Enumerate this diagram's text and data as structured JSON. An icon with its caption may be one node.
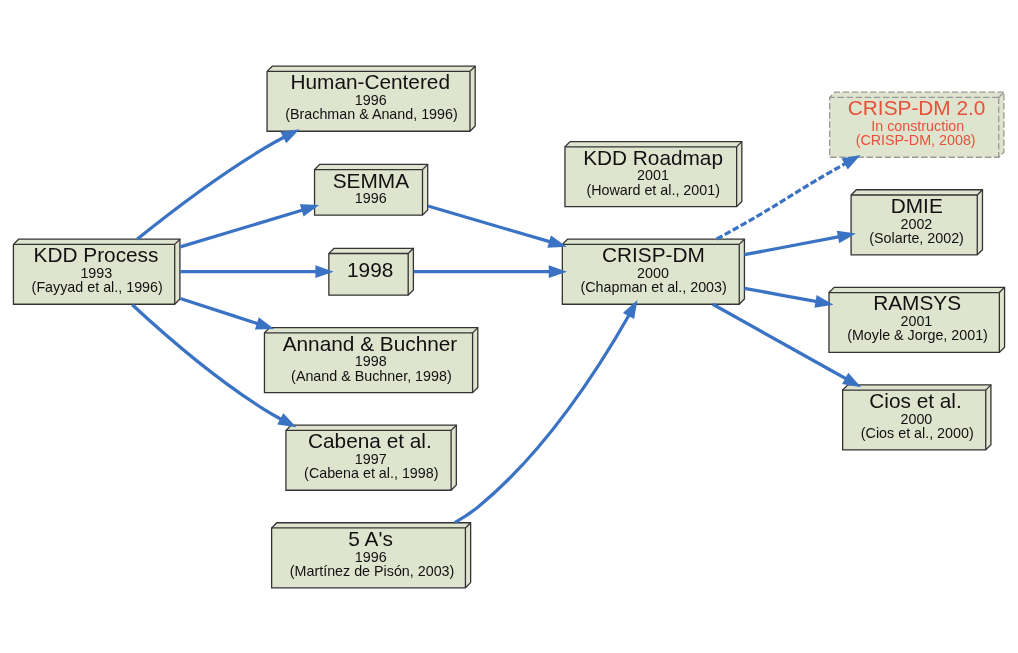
{
  "diagram": {
    "nodes": [
      {
        "text": [
          "KDD Process",
          "1993",
          "(Fayyad et al., 1996)"
        ]
      },
      {
        "text": [
          "5 A's",
          "1996",
          "(Martínez de Pisón, 2003)"
        ]
      },
      {
        "text": [
          "Human-Centered",
          "1996",
          "(Brachman & Anand, 1996)"
        ]
      },
      {
        "text": [
          "SEMMA",
          "1996"
        ]
      },
      {
        "text": [
          "1998"
        ]
      },
      {
        "text": [
          "Annand & Buchner",
          "1998",
          "(Anand & Buchner, 1998)"
        ]
      },
      {
        "text": [
          "Cabena et al.",
          "1997",
          "(Cabena et al., 1998)"
        ]
      },
      {
        "text": [
          "KDD Roadmap",
          "2001",
          "(Howard et al., 2001)"
        ]
      },
      {
        "text": [
          "CRISP-DM",
          "2000",
          "(Chapman et al., 2003)"
        ]
      },
      {
        "text": [
          "CRISP-DM 2.0",
          "In construction",
          "(CRISP-DM, 2008)"
        ]
      },
      {
        "text": [
          "DMIE",
          "2002",
          "(Solarte, 2002)"
        ]
      },
      {
        "text": [
          "RAMSYS",
          "2001",
          "(Moyle & Jorge, 2001)"
        ]
      },
      {
        "text": [
          "Cios et al.",
          "2000",
          "(Cios et al., 2000)"
        ]
      }
    ],
    "edges": [
      {
        "from": 0,
        "to": 2,
        "arrow": "to"
      },
      {
        "from": 0,
        "to": 3,
        "arrow": "to"
      },
      {
        "from": 0,
        "to": 4,
        "arrow": "to"
      },
      {
        "from": 0,
        "to": 5,
        "arrow": "to"
      },
      {
        "from": 0,
        "to": 6,
        "arrow": "to"
      },
      {
        "from": 1,
        "to": 8,
        "arrow": "to"
      },
      {
        "from": 3,
        "to": 8,
        "arrow": "to"
      },
      {
        "from": 4,
        "to": 8,
        "arrow": "to"
      },
      {
        "from": 8,
        "to": 9,
        "arrow": "to",
        "style": "dashed"
      },
      {
        "from": 8,
        "to": 10,
        "arrow": "to"
      },
      {
        "from": 8,
        "to": 11,
        "arrow": "to"
      },
      {
        "from": 8,
        "to": 12,
        "arrow": "to"
      }
    ]
  }
}
